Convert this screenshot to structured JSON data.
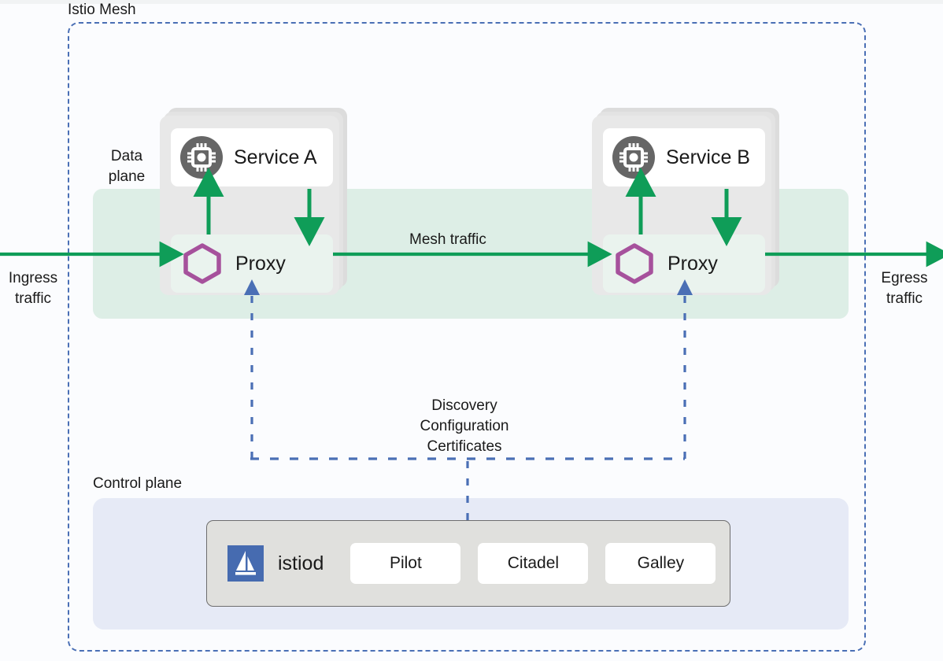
{
  "diagram": {
    "mesh_label": "Istio Mesh",
    "data_plane_label": "Data\nplane",
    "control_plane_label": "Control plane",
    "mesh_traffic_label": "Mesh traffic",
    "ingress_label": "Ingress\ntraffic",
    "egress_label": "Egress\ntraffic",
    "discovery_label": "Discovery\nConfiguration\nCertificates"
  },
  "pods": [
    {
      "service_name": "Service A",
      "service_icon": "cpu-chip-icon",
      "proxy_name": "Proxy",
      "proxy_icon": "hexagon-icon"
    },
    {
      "service_name": "Service B",
      "service_icon": "cpu-chip-icon",
      "proxy_name": "Proxy",
      "proxy_icon": "hexagon-icon"
    }
  ],
  "control_plane": {
    "istiod_name": "istiod",
    "istiod_icon": "istio-sail-logo",
    "components": [
      "Pilot",
      "Citadel",
      "Galley"
    ]
  },
  "colors": {
    "mesh_border": "#4a6fb5",
    "data_plane_band": "#ddeee6",
    "control_plane_panel": "#e6eaf6",
    "traffic_arrow": "#0f9d58",
    "config_line": "#4a6fb5",
    "proxy_hexagon": "#a6519c",
    "service_icon_bg": "#666666",
    "istio_logo_bg": "#466bb0",
    "istiod_box_bg": "#e0e0dd",
    "pod_bg": "#e8e8e8"
  }
}
